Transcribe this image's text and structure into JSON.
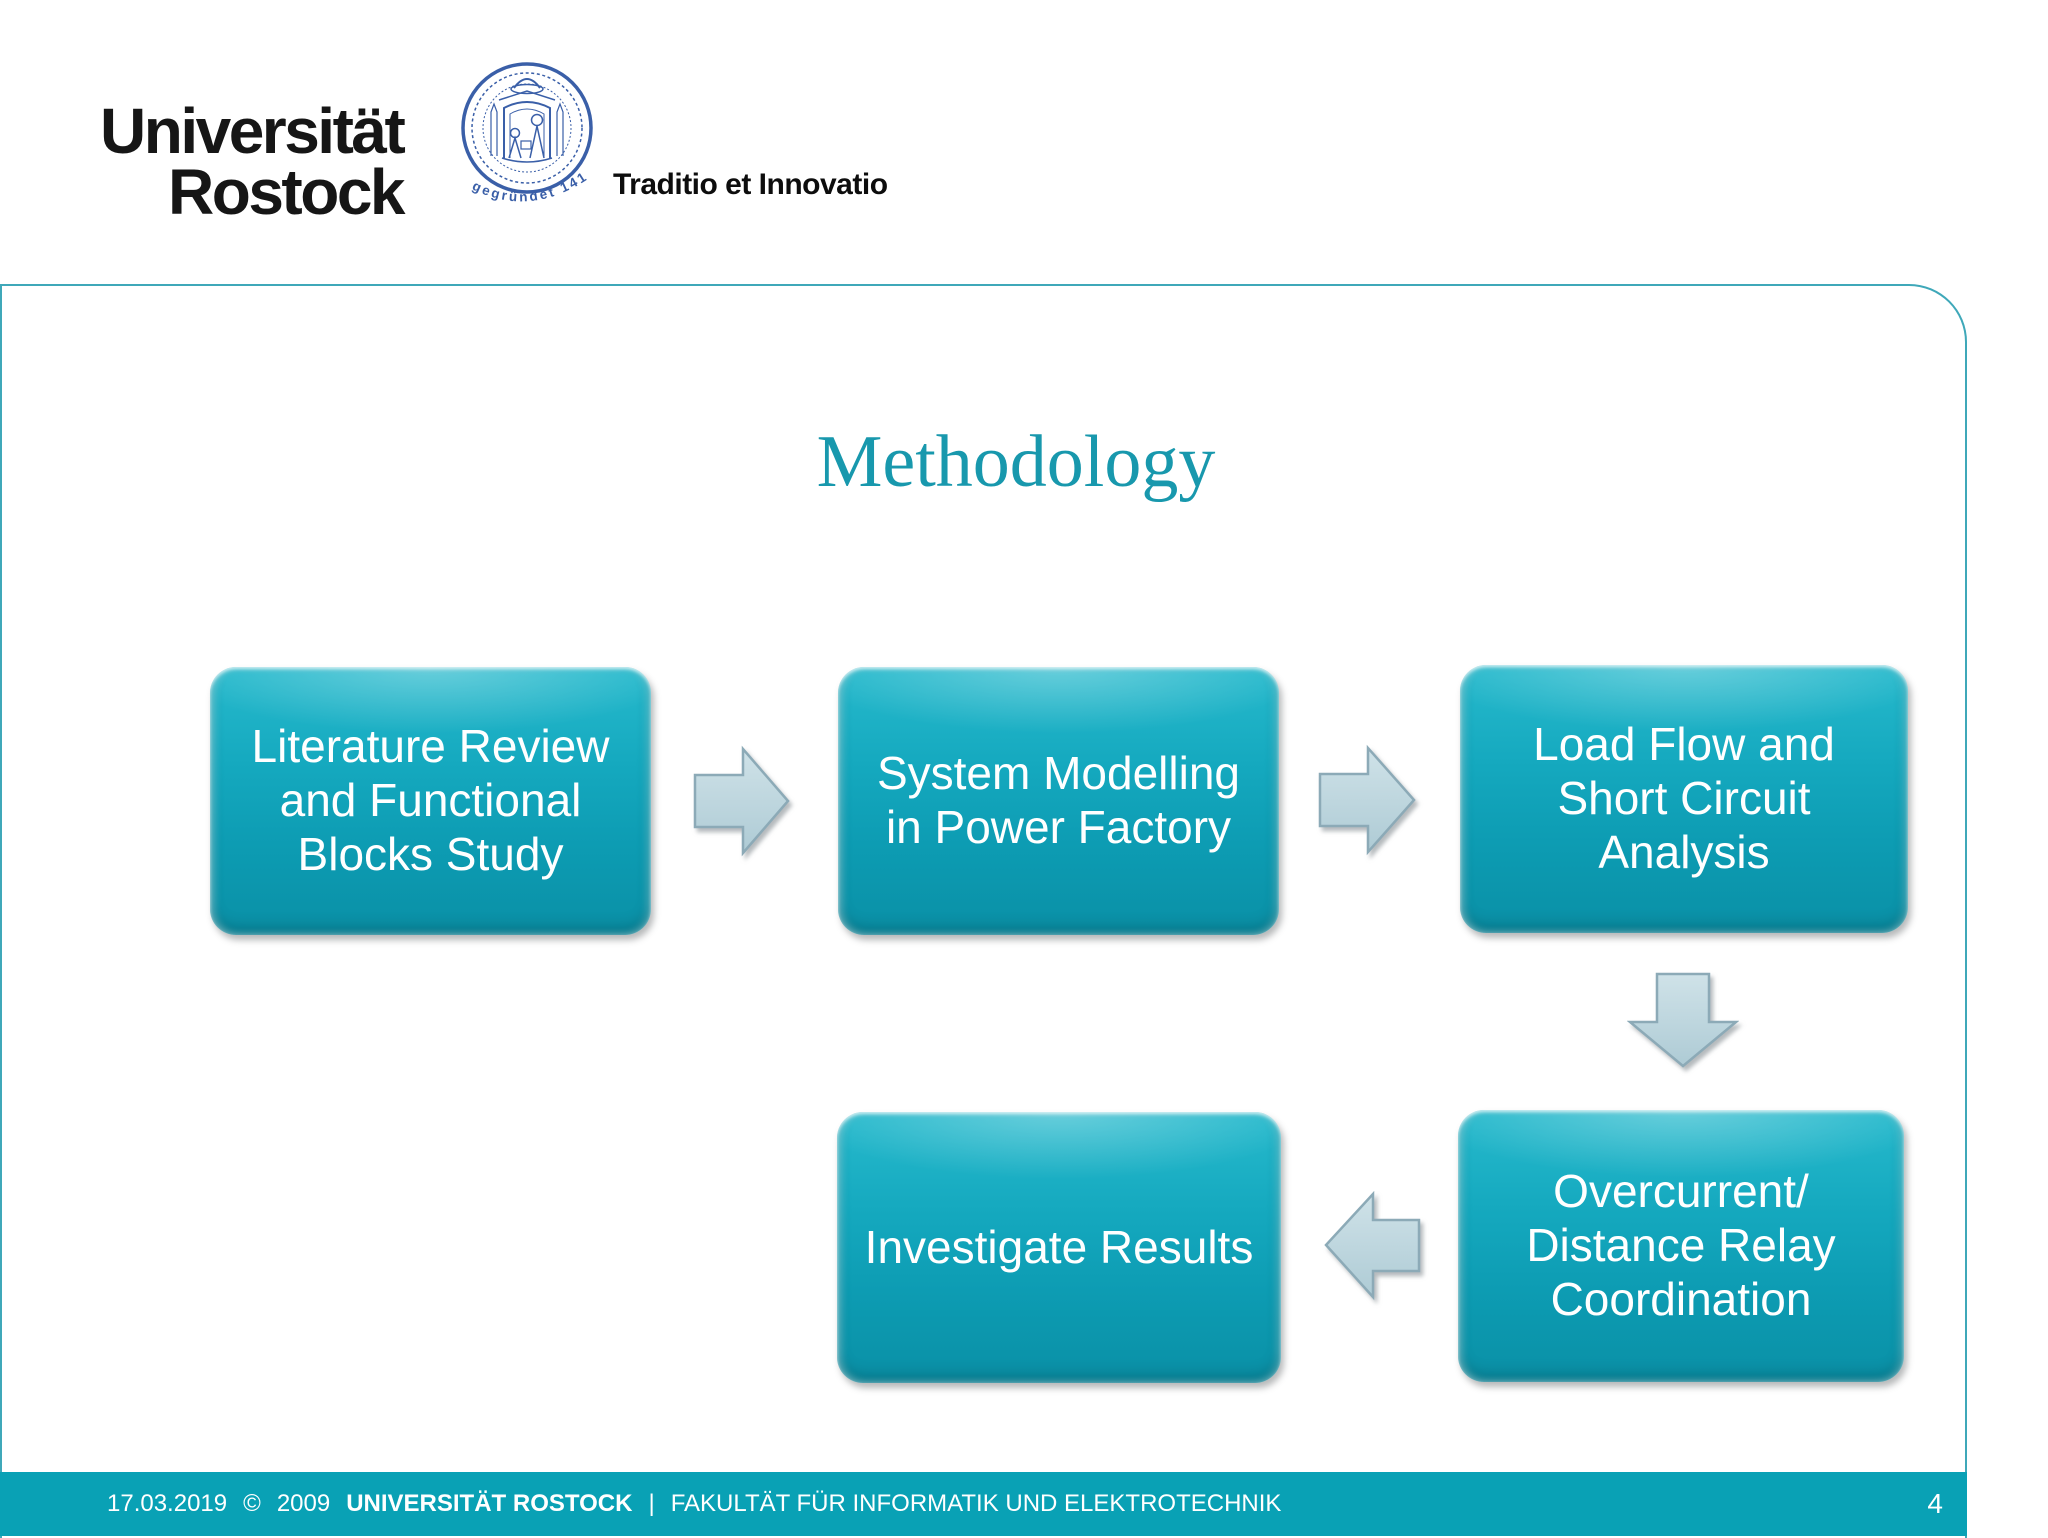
{
  "logo": {
    "name_line1": "Universität",
    "name_line2": "Rostock",
    "motto": "Traditio et Innovatio",
    "seal_caption": "gegründet 1419"
  },
  "slide": {
    "title": "Methodology"
  },
  "flowchart": {
    "boxes": [
      {
        "label": "Literature Review and Functional Blocks Study"
      },
      {
        "label": "System Modelling in Power Factory"
      },
      {
        "label": "Load Flow and Short Circuit Analysis"
      },
      {
        "label": "Investigate Results"
      },
      {
        "label": "Overcurrent/ Distance Relay Coordination"
      }
    ],
    "arrow_directions": [
      "right",
      "right",
      "down",
      "left"
    ]
  },
  "footer": {
    "date": "17.03.2019",
    "copyright_symbol": "©",
    "year": "2009",
    "organization": "UNIVERSITÄT ROSTOCK",
    "separator": "|",
    "department": "FAKULTÄT FÜR INFORMATIK UND ELEKTROTECHNIK",
    "page_number": "4"
  },
  "colors": {
    "accent_teal": "#09a1b5",
    "title_teal": "#1898ad",
    "box_gradient_top": "#27bacd",
    "box_gradient_bottom": "#0a90a6",
    "arrow_fill": "#c3d9e1",
    "arrow_stroke": "#8caab7",
    "frame_border": "#3fa8b9",
    "seal_blue": "#3a5fa8"
  }
}
